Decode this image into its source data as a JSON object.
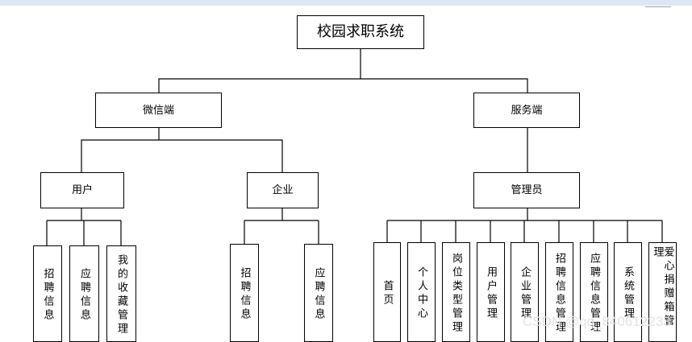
{
  "root": "校园求职系统",
  "wechat": {
    "label": "微信端",
    "user": {
      "label": "用户",
      "children": [
        "招聘信息",
        "应聘信息",
        "我的收藏管理"
      ]
    },
    "enterprise": {
      "label": "企业",
      "children": [
        "招聘信息",
        "应聘信息"
      ]
    }
  },
  "server": {
    "label": "服务端",
    "admin": {
      "label": "管理员",
      "children": [
        "首页",
        "个人中心",
        "岗位类型管理",
        "用户管理",
        "企业管理",
        "招聘信息管理",
        "应聘信息管理",
        "系统管理",
        "爱心捐赠箱管理"
      ]
    }
  },
  "watermark": "CSDN @qq_840612233",
  "colors": {
    "line": "#000000",
    "box_border": "#000000",
    "topbar": "#dde7f3"
  }
}
